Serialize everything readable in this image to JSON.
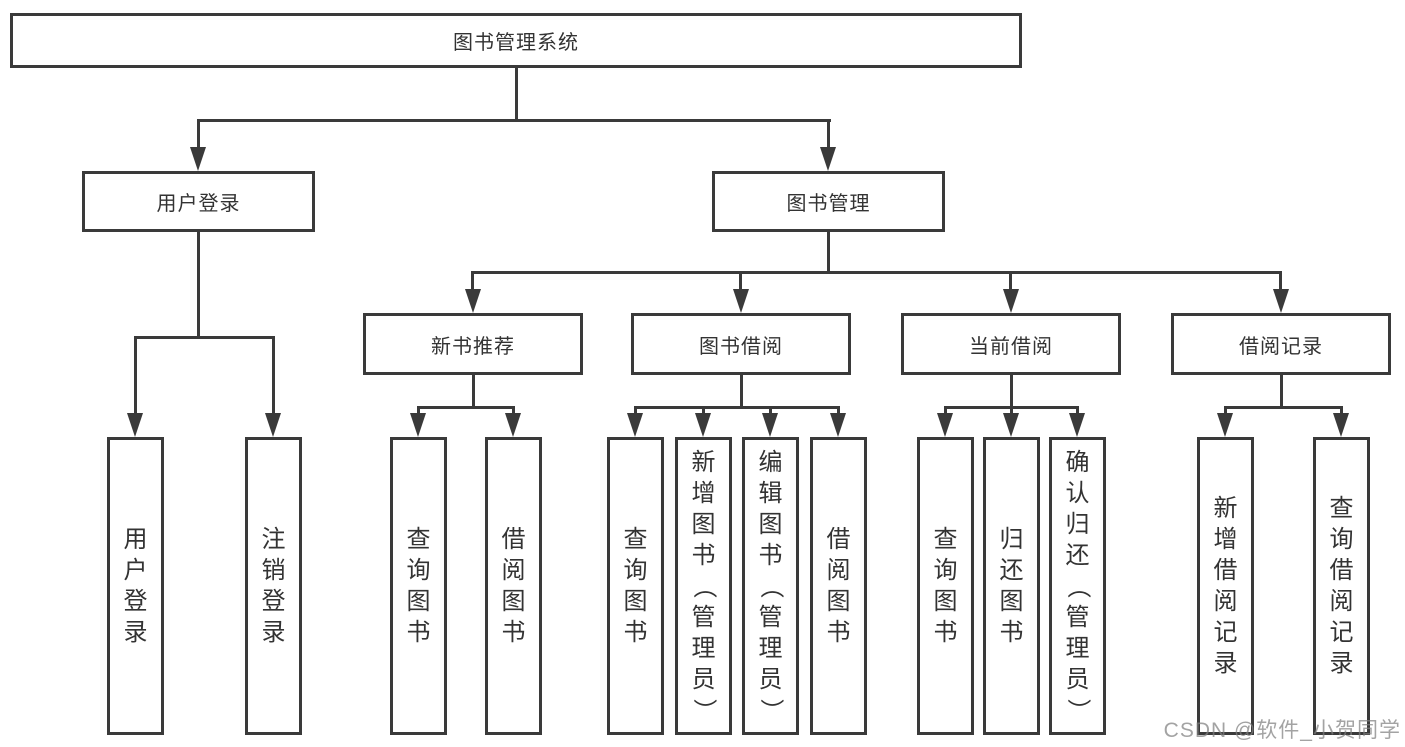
{
  "diagram": {
    "title": "图书管理系统",
    "level2": [
      {
        "label": "用户登录",
        "children": [
          "用户登录",
          "注销登录"
        ]
      },
      {
        "label": "图书管理"
      }
    ],
    "level3": [
      {
        "label": "新书推荐",
        "children": [
          "查询图书",
          "借阅图书"
        ]
      },
      {
        "label": "图书借阅",
        "children": [
          "查询图书",
          "新增图书（管理员）",
          "编辑图书（管理员）",
          "借阅图书"
        ]
      },
      {
        "label": "当前借阅",
        "children": [
          "查询图书",
          "归还图书",
          "确认归还（管理员）"
        ]
      },
      {
        "label": "借阅记录",
        "children": [
          "新增借阅记录",
          "查询借阅记录"
        ]
      }
    ]
  },
  "watermark": {
    "text": "CSDN @软件_小贺同学",
    "color": "#808080"
  },
  "colors": {
    "line": "#3a3a3a",
    "text": "#333333",
    "background": "#ffffff"
  }
}
